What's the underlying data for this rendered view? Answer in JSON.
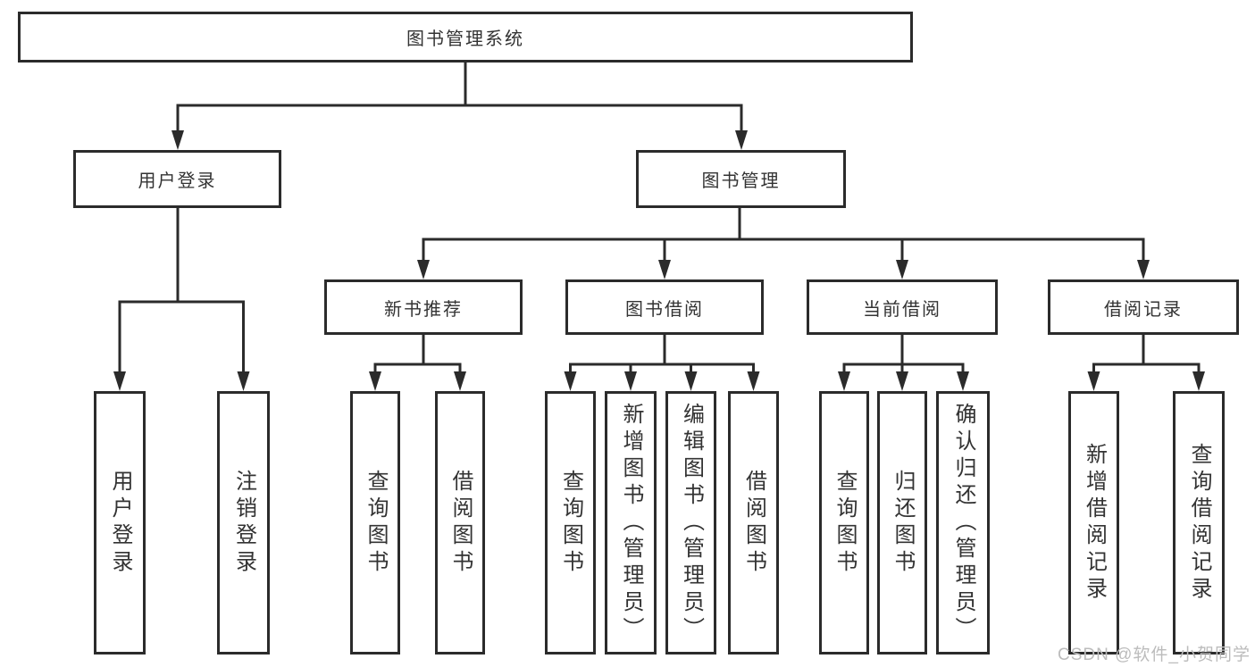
{
  "diagram_type": "tree",
  "tree": {
    "label": "图书管理系统",
    "children": [
      {
        "label": "用户登录",
        "children": [
          {
            "label": "用户登录"
          },
          {
            "label": "注销登录"
          }
        ]
      },
      {
        "label": "图书管理",
        "children": [
          {
            "label": "新书推荐",
            "children": [
              {
                "label": "查询图书"
              },
              {
                "label": "借阅图书"
              }
            ]
          },
          {
            "label": "图书借阅",
            "children": [
              {
                "label": "查询图书"
              },
              {
                "label": "新增图书（管理员）"
              },
              {
                "label": "编辑图书（管理员）"
              },
              {
                "label": "借阅图书"
              }
            ]
          },
          {
            "label": "当前借阅",
            "children": [
              {
                "label": "查询图书"
              },
              {
                "label": "归还图书"
              },
              {
                "label": "确认归还（管理员）"
              }
            ]
          },
          {
            "label": "借阅记录",
            "children": [
              {
                "label": "新增借阅记录"
              },
              {
                "label": "查询借阅记录"
              }
            ]
          }
        ]
      }
    ]
  },
  "watermark": {
    "text": "CSDN @软件_小贺同学"
  },
  "colors": {
    "background": "#ffffff",
    "line": "#2b2b2b",
    "box_border": "#2b2b2b",
    "text": "#333333",
    "watermark": "#bcbcbc"
  }
}
